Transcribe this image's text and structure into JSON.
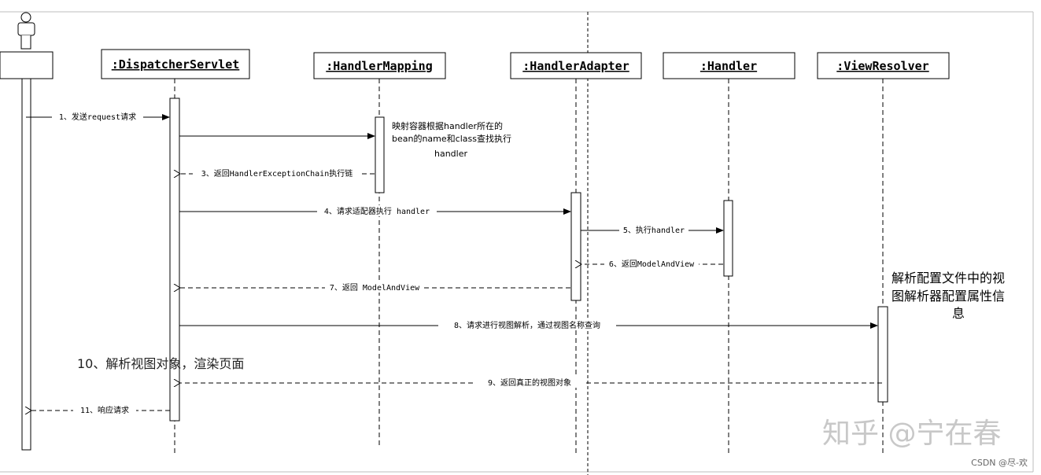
{
  "objects": [
    {
      "id": "dispatcher",
      "label": ":DispatcherServlet"
    },
    {
      "id": "mapping",
      "label": ":HandlerMapping"
    },
    {
      "id": "adapter",
      "label": ":HandlerAdapter"
    },
    {
      "id": "handler",
      "label": ":Handler"
    },
    {
      "id": "resolver",
      "label": ":ViewResolver"
    }
  ],
  "messages": {
    "m1": "1、发送request请求",
    "m3": "3、返回HandlerExceptionChain执行链",
    "m4": "4、请求适配器执行 handler",
    "m5": "5、执行handler",
    "m6": "6、返回ModelAndView",
    "m7": "7、返回 ModelAndView",
    "m8": "8、请求进行视图解析，通过视图名称查询",
    "m9": "9、返回真正的视图对象",
    "m11": "11、响应请求"
  },
  "notes": {
    "mapping_line1": "映射容器根据handler所在的",
    "mapping_line2": "bean的name和class查找执行",
    "mapping_line3": "handler",
    "resolver_line1": "解析配置文件中的视",
    "resolver_line2": "图解析器配置属性信",
    "resolver_line3": "息",
    "render": "10、解析视图对象，渲染页面"
  },
  "watermark": "知乎 @宁在春",
  "credit": "CSDN @尽-欢"
}
